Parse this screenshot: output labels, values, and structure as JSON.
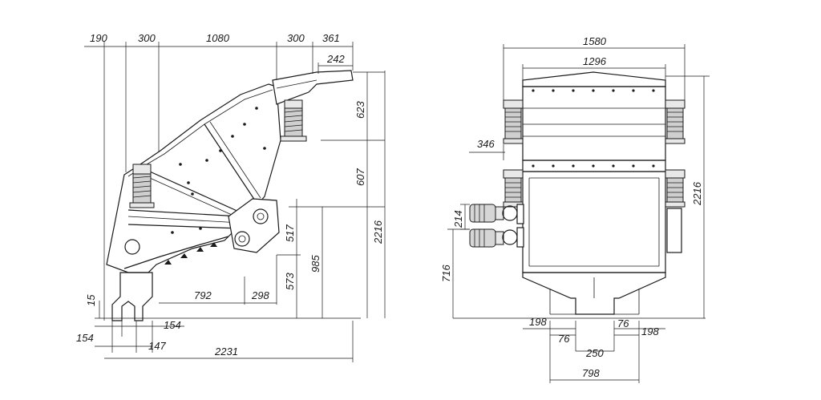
{
  "colors": {
    "line": "#1a1a1a",
    "spring": "#cfcfcf",
    "motor": "#d6d6d6"
  },
  "side_view": {
    "dims": {
      "d190": "190",
      "d300a": "300",
      "d1080": "1080",
      "d300b": "300",
      "d361": "361",
      "d242": "242",
      "d623": "623",
      "d607": "607",
      "d2216": "2216",
      "d517": "517",
      "d985": "985",
      "d573": "573",
      "d792": "792",
      "d298": "298",
      "d15": "15",
      "d154a": "154",
      "d154b": "154",
      "d147": "147",
      "d2231": "2231"
    }
  },
  "front_view": {
    "dims": {
      "d1580": "1580",
      "d1296": "1296",
      "d346": "346",
      "d2216": "2216",
      "d214": "214",
      "d716": "716",
      "d198a": "198",
      "d76a": "76",
      "d76b": "76",
      "d198b": "198",
      "d250": "250",
      "d798": "798"
    }
  }
}
